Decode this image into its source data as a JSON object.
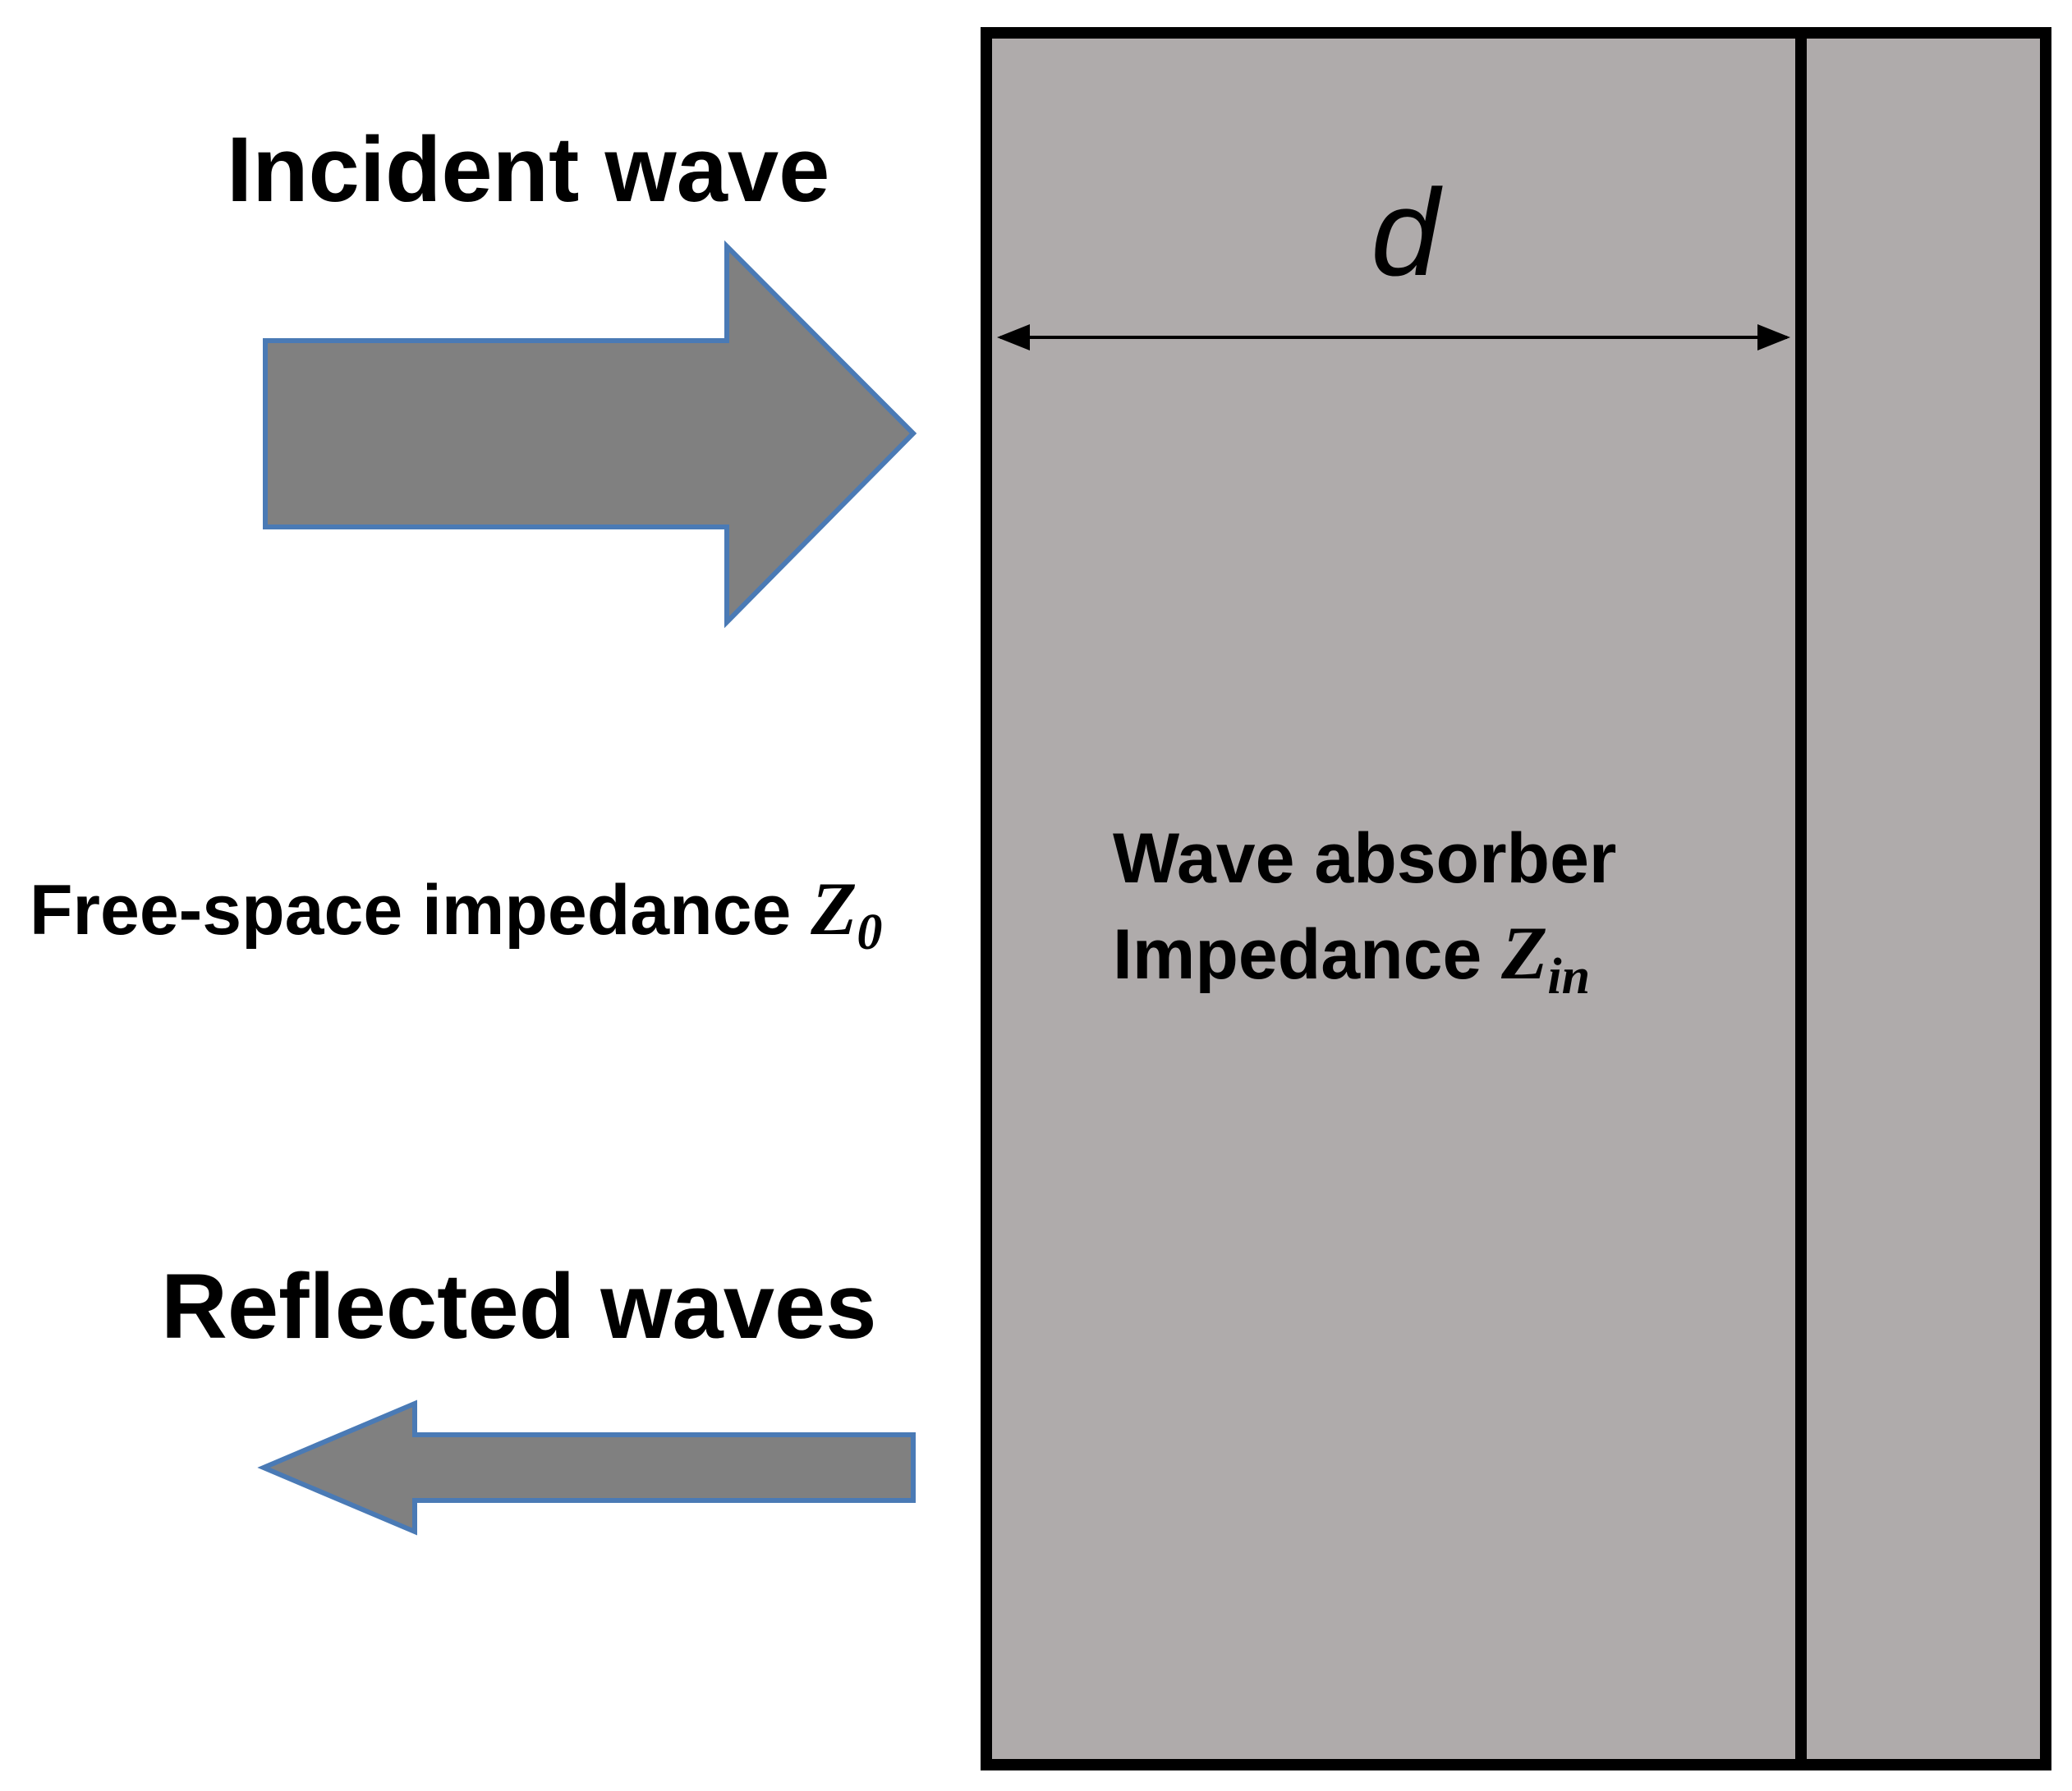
{
  "labels": {
    "incident_wave": "Incident wave",
    "reflected_waves": "Reflected waves",
    "free_space_text": "Free-space impedance ",
    "free_space_symbol": "Z",
    "free_space_subscript": "0",
    "absorber_line1": "Wave absorber",
    "absorber_line2_text": "Impedance ",
    "absorber_symbol": "Z",
    "absorber_subscript": "in",
    "thickness_symbol": "d"
  },
  "colors": {
    "absorber_fill": "#afabab",
    "arrow_fill": "#808080",
    "arrow_stroke": "#4a7ab5",
    "border": "#000000"
  }
}
